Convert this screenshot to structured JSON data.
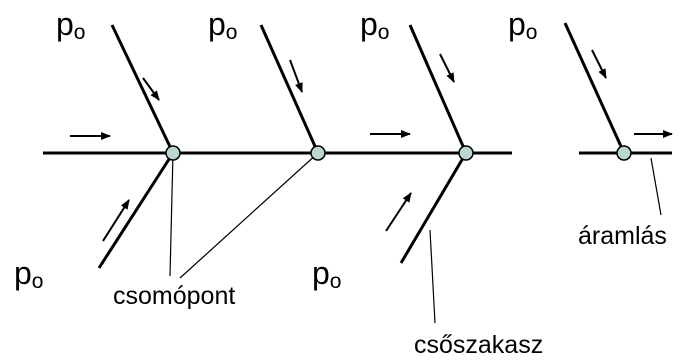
{
  "colors": {
    "line": "#000000",
    "node_fill": "#bcd6d3",
    "background": "#ffffff"
  },
  "pressure_labels": [
    {
      "main": "p",
      "sub": "o"
    },
    {
      "main": "p",
      "sub": "o"
    },
    {
      "main": "p",
      "sub": "o"
    },
    {
      "main": "p",
      "sub": "o"
    },
    {
      "main": "p",
      "sub": "o"
    },
    {
      "main": "p",
      "sub": "o"
    }
  ],
  "labels": {
    "node": "csomópont",
    "pipe_section": "csőszakasz",
    "flow": "áramlás"
  }
}
